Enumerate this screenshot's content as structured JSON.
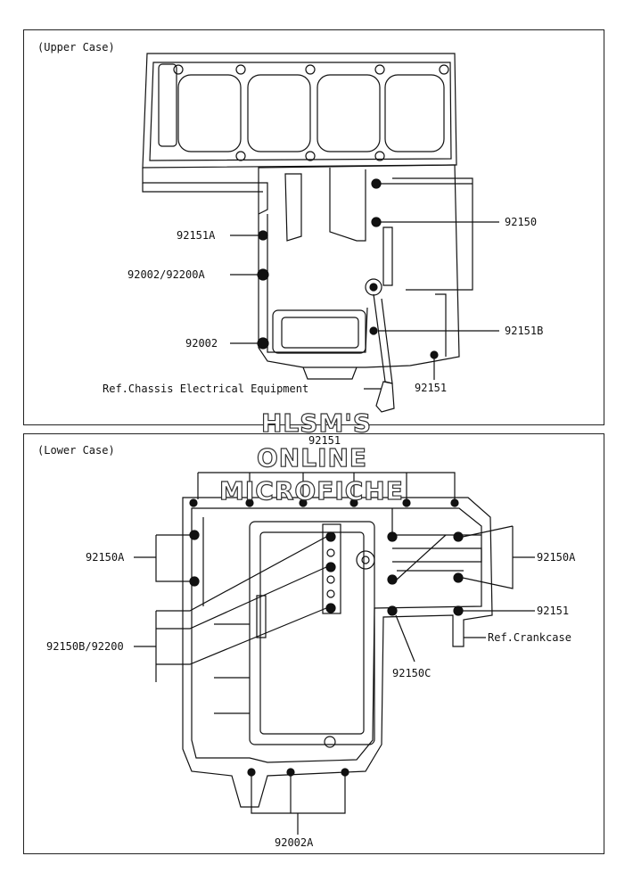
{
  "sections": {
    "upper": {
      "label": "(Upper Case)",
      "callouts": {
        "c92151A": "92151A",
        "c92002_92200A": "92002/92200A",
        "c92002": "92002",
        "c92150": "92150",
        "c92151B": "92151B",
        "c92151": "92151",
        "ref_chassis": "Ref.Chassis Electrical Equipment"
      }
    },
    "lower": {
      "label": "(Lower Case)",
      "callouts": {
        "c92151_top": "92151",
        "c92150A_left": "92150A",
        "c92150B_92200": "92150B/92200",
        "c92150A_right": "92150A",
        "c92151_right": "92151",
        "ref_crankcase": "Ref.Crankcase",
        "c92150C": "92150C",
        "c92002A": "92002A"
      }
    }
  },
  "watermark": {
    "line1": "HLSM'S",
    "line2": "ONLINE",
    "line3": "MICROFICHE"
  }
}
